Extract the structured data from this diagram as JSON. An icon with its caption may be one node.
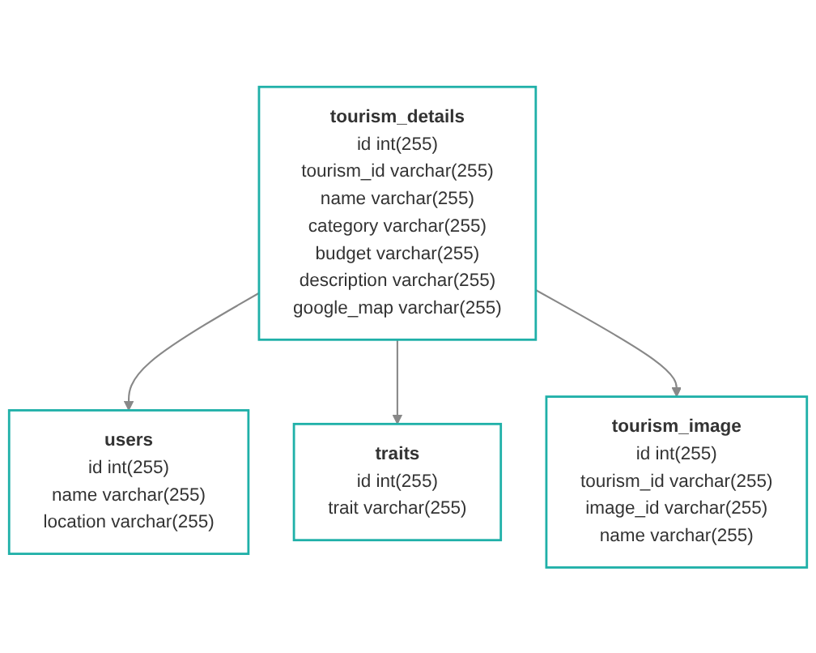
{
  "diagram": {
    "nodes": [
      {
        "text": [
          "tourism_details",
          "id",
          "int(255)",
          "tourism_id",
          "varchar(255)",
          "name",
          "varchar(255)",
          "category",
          "varchar(255)",
          "budget",
          "varchar(255)",
          "description",
          "varchar(255)",
          "google_map",
          "varchar(255)"
        ]
      },
      {
        "text": [
          "users",
          "id",
          "int(255)",
          "name",
          "varchar(255)",
          "location",
          "varchar(255)"
        ]
      },
      {
        "text": [
          "traits",
          "id",
          "int(255)",
          "trait",
          "varchar(255)"
        ]
      },
      {
        "text": [
          "tourism_image",
          "id",
          "int(255)",
          "tourism_id",
          "varchar(255)",
          "image_id",
          "varchar(255)",
          "name",
          "varchar(255)"
        ]
      }
    ],
    "edges": [
      {
        "from": 0,
        "to": 1,
        "arrow": "to"
      },
      {
        "from": 0,
        "to": 2,
        "arrow": "to"
      },
      {
        "from": 0,
        "to": 3,
        "arrow": "to"
      }
    ]
  }
}
